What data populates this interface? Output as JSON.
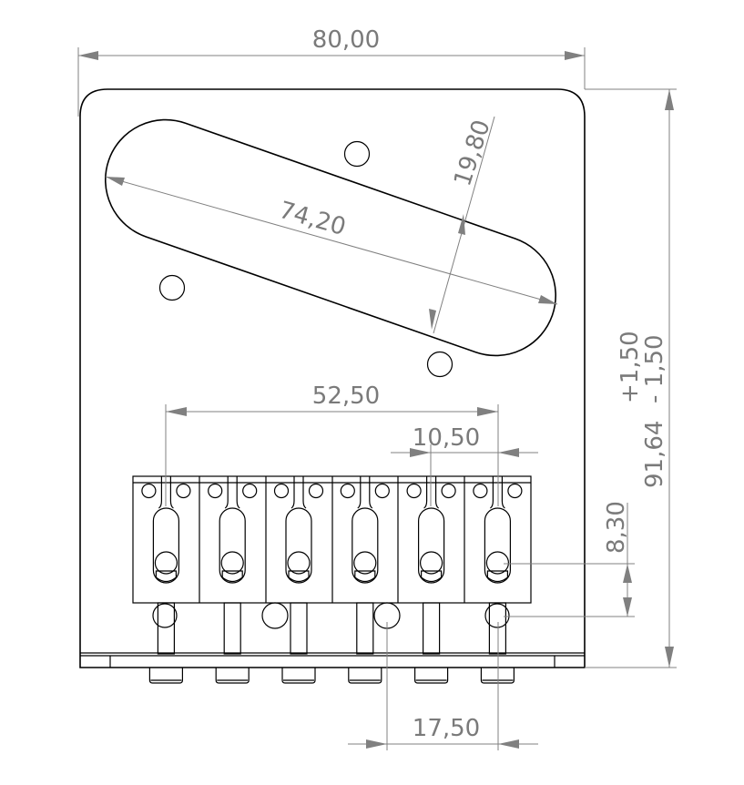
{
  "drawing": {
    "type": "mechanical-drawing",
    "subject": "bridge plate with six saddles",
    "colors": {
      "outline": "#000000",
      "dimension": "#808080",
      "text": "#7a7a7a",
      "background": "#ffffff"
    }
  },
  "dimensions": {
    "overall_width": "80,00",
    "pickup_length": "74,20",
    "pickup_width": "19,80",
    "saddle_span": "52,50",
    "saddle_pitch": "10,50",
    "saddle_offset": "8,30",
    "overall_height": "91,64",
    "tolerance_plus": "+1,50",
    "tolerance_minus": "- 1,50",
    "mount_offset": "17,50"
  },
  "saddles": {
    "count": 6
  }
}
